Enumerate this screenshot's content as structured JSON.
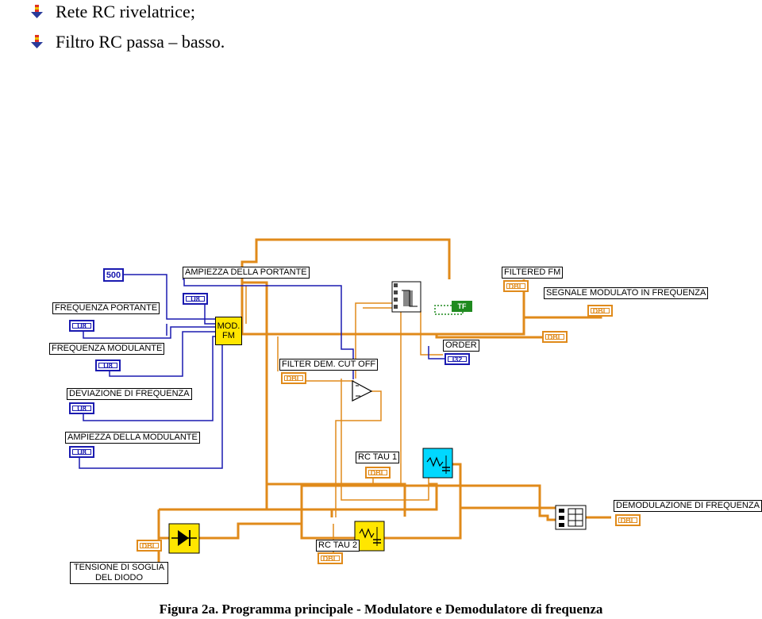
{
  "bullets": [
    {
      "text": "Rete RC rivelatrice;"
    },
    {
      "text": "Filtro RC passa – basso."
    }
  ],
  "diagram": {
    "constant_value": "500",
    "labels": {
      "ampiezza_portante": "AMPIEZZA DELLA PORTANTE",
      "frequenza_portante": "FREQUENZA PORTANTE",
      "frequenza_modulante": "FREQUENZA MODULANTE",
      "deviazione_frequenza": "DEVIAZIONE DI FREQUENZA",
      "ampiezza_modulante": "AMPIEZZA DELLA MODULANTE",
      "filtered_fm": "FILTERED FM",
      "segnale_modulato": "SEGNALE MODULATO IN FREQUENZA",
      "order": "ORDER",
      "filter_cut_off": "FILTER DEM. CUT OFF",
      "rc_tau_1": "RC TAU 1",
      "rc_tau_2": "RC TAU 2",
      "demodulazione": "DEMODULAZIONE DI FREQUENZA",
      "tensione_soglia": "TENSIONE DI SOGLIA DEL DIODO"
    },
    "terminal_types": {
      "u8": "U8",
      "dbl": "DBL",
      "i32": "I32",
      "bool": "TF"
    },
    "mod_fm_block": {
      "line1": "MOD.",
      "line2": "FM"
    },
    "wire_colors": {
      "orange": "#e08a1a",
      "blue": "#1a1ab0",
      "green": "#1f8a1f"
    }
  },
  "caption": "Figura 2a.  Programma principale - Modulatore e Demodulatore di frequenza"
}
